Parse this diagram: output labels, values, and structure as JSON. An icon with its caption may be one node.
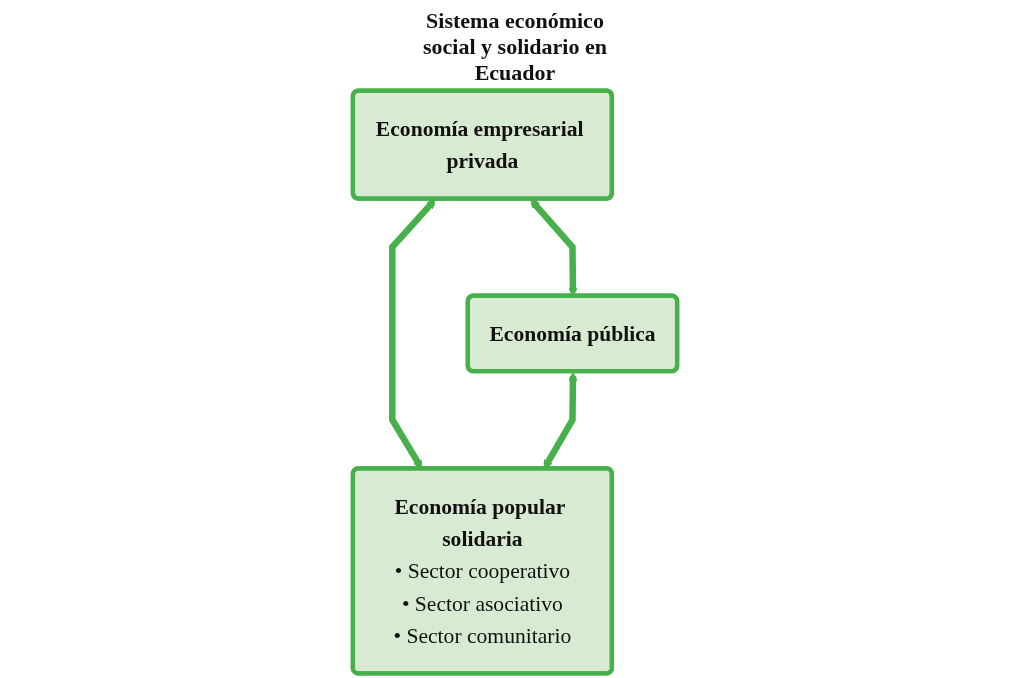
{
  "diagram": {
    "nodes": [
      {
        "text": [
          "Economía empresarial privada"
        ]
      },
      {
        "text": [
          "Economía pública"
        ]
      },
      {
        "text": [
          "Economía popular solidaria",
          "• Sector cooperativo",
          "• Sector asociativo",
          "• Sector comunitario"
        ]
      }
    ],
    "edges": [
      {
        "from": 0,
        "to": 1,
        "arrow": "both"
      },
      {
        "from": 0,
        "to": 2,
        "arrow": "both"
      },
      {
        "from": 1,
        "to": 2,
        "arrow": "both"
      }
    ],
    "labels": [
      "Sistema económico social y solidario en Ecuador"
    ]
  }
}
